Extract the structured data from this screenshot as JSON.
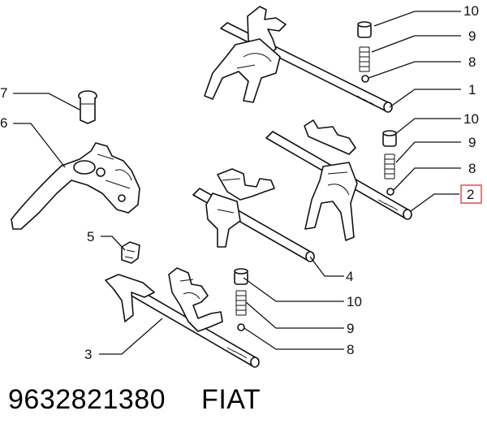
{
  "callouts": {
    "c10a": "10",
    "c9a": "9",
    "c8a": "8",
    "c1": "1",
    "c10b": "10",
    "c9b": "9",
    "c8b": "8",
    "c2": "2",
    "c7": "7",
    "c6": "6",
    "c5": "5",
    "c4": "4",
    "c10c": "10",
    "c9c": "9",
    "c3": "3",
    "c8c": "8"
  },
  "caption": {
    "part_number": "9632821380",
    "brand": "FIAT"
  },
  "colors": {
    "line": "#111111",
    "highlight_box": "#d9534f",
    "background": "#ffffff"
  }
}
